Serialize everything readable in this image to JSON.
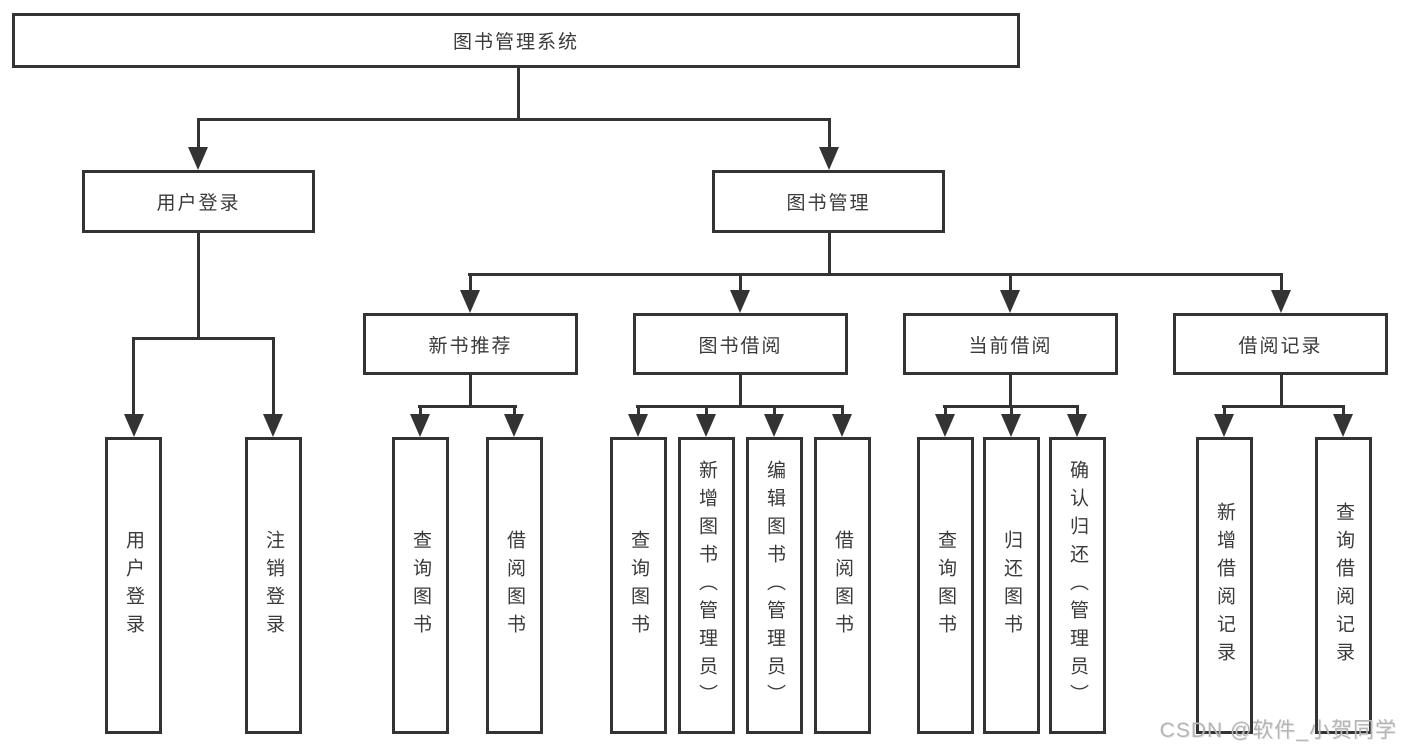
{
  "tree": {
    "root": {
      "label": "图书管理系统",
      "children": [
        {
          "label": "用户登录",
          "children": [
            {
              "label": "用户登录"
            },
            {
              "label": "注销登录"
            }
          ]
        },
        {
          "label": "图书管理",
          "children": [
            {
              "label": "新书推荐",
              "children": [
                {
                  "label": "查询图书"
                },
                {
                  "label": "借阅图书"
                }
              ]
            },
            {
              "label": "图书借阅",
              "children": [
                {
                  "label": "查询图书"
                },
                {
                  "label": "新增图书（管理员）"
                },
                {
                  "label": "编辑图书（管理员）"
                },
                {
                  "label": "借阅图书"
                }
              ]
            },
            {
              "label": "当前借阅",
              "children": [
                {
                  "label": "查询图书"
                },
                {
                  "label": "归还图书"
                },
                {
                  "label": "确认归还（管理员）"
                }
              ]
            },
            {
              "label": "借阅记录",
              "children": [
                {
                  "label": "新增借阅记录"
                },
                {
                  "label": "查询借阅记录"
                }
              ]
            }
          ]
        }
      ]
    }
  },
  "watermark": "CSDN @软件_小贺同学",
  "colors": {
    "line": "#333333",
    "text": "#3a3a3a",
    "watermark": "#b5b5b5",
    "background": "#ffffff"
  }
}
